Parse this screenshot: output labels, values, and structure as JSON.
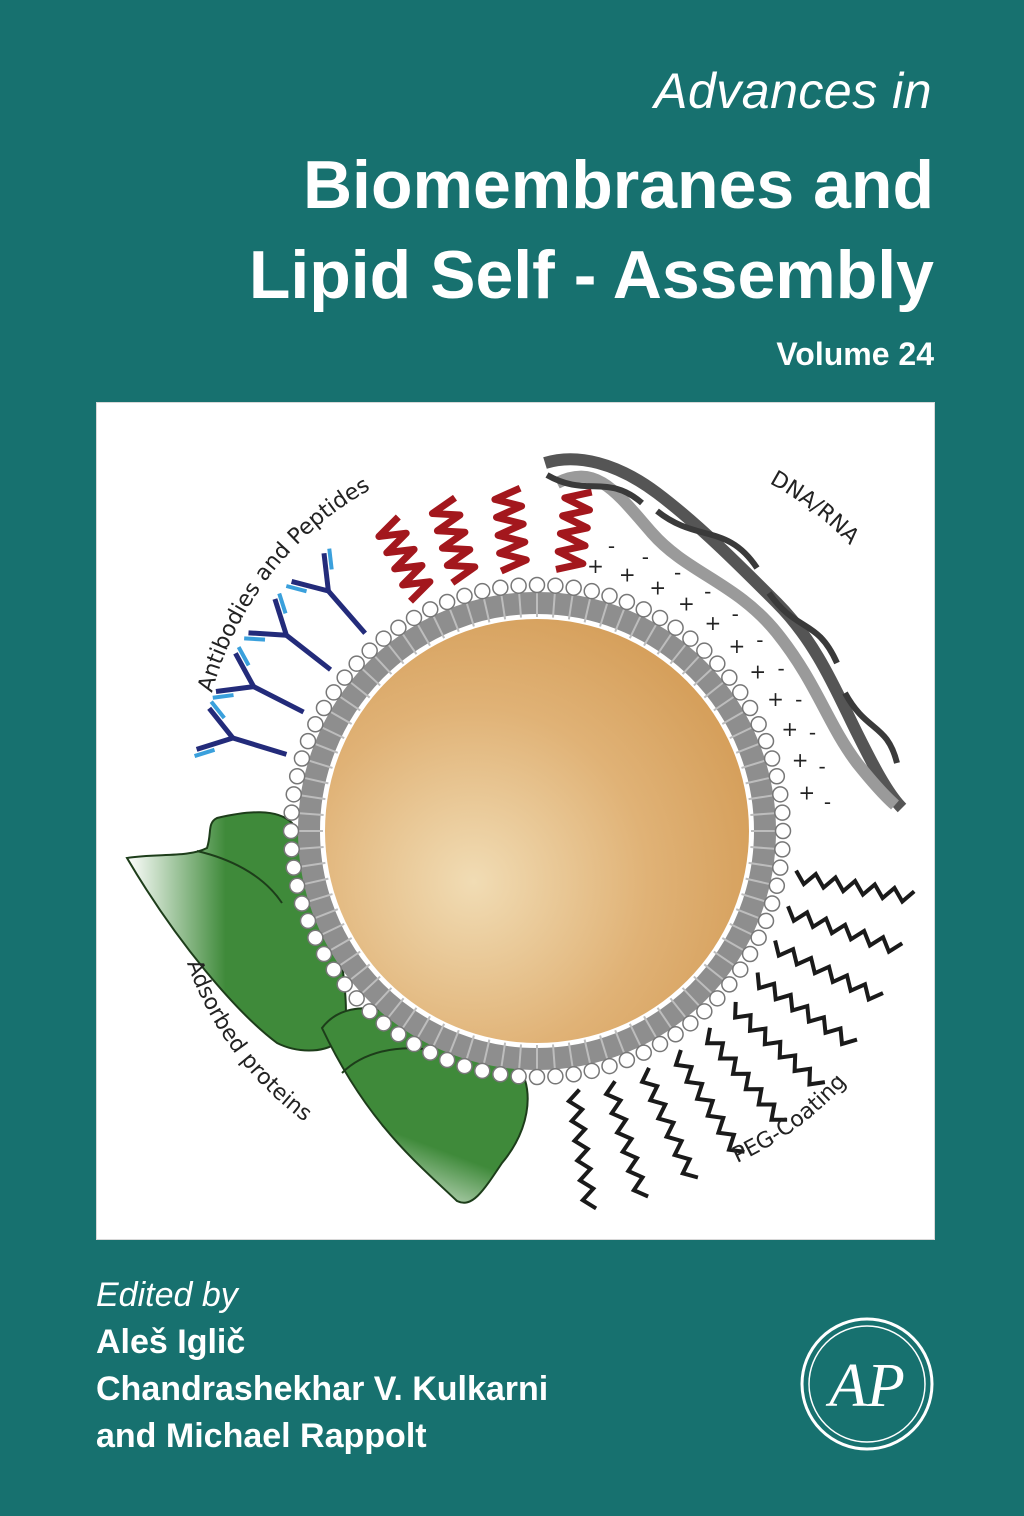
{
  "cover": {
    "series": "Advances in",
    "title_line1": "Biomembranes and",
    "title_line2": "Lipid Self - Assembly",
    "volume": "Volume 24"
  },
  "illustration": {
    "label_antibodies": "Antibodies and Peptides",
    "label_dna": "DNA/RNA",
    "label_peg": "PEG-Coating",
    "label_proteins": "Adsorbed proteins",
    "plus_sign": "+",
    "minus_sign": "-"
  },
  "editors": {
    "edited_by": "Edited by",
    "names": [
      "Aleš Iglič",
      "Chandrashekhar V. Kulkarni",
      "and Michael Rappolt"
    ]
  },
  "publisher": {
    "logo_letters": "AP",
    "logo_icon": "academic-press-logo-icon"
  },
  "colors": {
    "background": "#17716f",
    "core": "#d9a662",
    "antibody": "#232b7a",
    "peptide": "#a3171d",
    "protein": "#3f8a3a"
  }
}
